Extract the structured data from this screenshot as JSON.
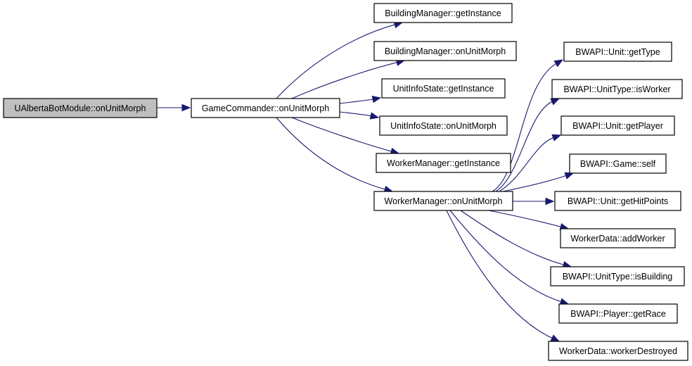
{
  "diagram": {
    "type": "call-graph",
    "colors": {
      "edge": "#191970",
      "root_fill": "#bfbfbf",
      "node_fill": "#ffffff",
      "node_border": "#000000"
    },
    "nodes": [
      {
        "id": "root",
        "label": "UAlbertaBotModule::onUnitMorph",
        "root": true
      },
      {
        "id": "gc",
        "label": "GameCommander::onUnitMorph"
      },
      {
        "id": "bm_gi",
        "label": "BuildingManager::getInstance"
      },
      {
        "id": "bm_oum",
        "label": "BuildingManager::onUnitMorph"
      },
      {
        "id": "uis_gi",
        "label": "UnitInfoState::getInstance"
      },
      {
        "id": "uis_oum",
        "label": "UnitInfoState::onUnitMorph"
      },
      {
        "id": "wm_gi",
        "label": "WorkerManager::getInstance"
      },
      {
        "id": "wm_oum",
        "label": "WorkerManager::onUnitMorph"
      },
      {
        "id": "u_gt",
        "label": "BWAPI::Unit::getType"
      },
      {
        "id": "ut_iw",
        "label": "BWAPI::UnitType::isWorker"
      },
      {
        "id": "u_gp",
        "label": "BWAPI::Unit::getPlayer"
      },
      {
        "id": "g_self",
        "label": "BWAPI::Game::self"
      },
      {
        "id": "u_ghp",
        "label": "BWAPI::Unit::getHitPoints"
      },
      {
        "id": "wd_aw",
        "label": "WorkerData::addWorker"
      },
      {
        "id": "ut_ib",
        "label": "BWAPI::UnitType::isBuilding"
      },
      {
        "id": "p_gr",
        "label": "BWAPI::Player::getRace"
      },
      {
        "id": "wd_wd",
        "label": "WorkerData::workerDestroyed"
      }
    ],
    "edges": [
      {
        "from": "root",
        "to": "gc"
      },
      {
        "from": "gc",
        "to": "bm_gi"
      },
      {
        "from": "gc",
        "to": "bm_oum"
      },
      {
        "from": "gc",
        "to": "uis_gi"
      },
      {
        "from": "gc",
        "to": "uis_oum"
      },
      {
        "from": "gc",
        "to": "wm_gi"
      },
      {
        "from": "gc",
        "to": "wm_oum"
      },
      {
        "from": "wm_oum",
        "to": "u_gt"
      },
      {
        "from": "wm_oum",
        "to": "ut_iw"
      },
      {
        "from": "wm_oum",
        "to": "u_gp"
      },
      {
        "from": "wm_oum",
        "to": "g_self"
      },
      {
        "from": "wm_oum",
        "to": "u_ghp"
      },
      {
        "from": "wm_oum",
        "to": "wd_aw"
      },
      {
        "from": "wm_oum",
        "to": "ut_ib"
      },
      {
        "from": "wm_oum",
        "to": "p_gr"
      },
      {
        "from": "wm_oum",
        "to": "wd_wd"
      }
    ]
  }
}
